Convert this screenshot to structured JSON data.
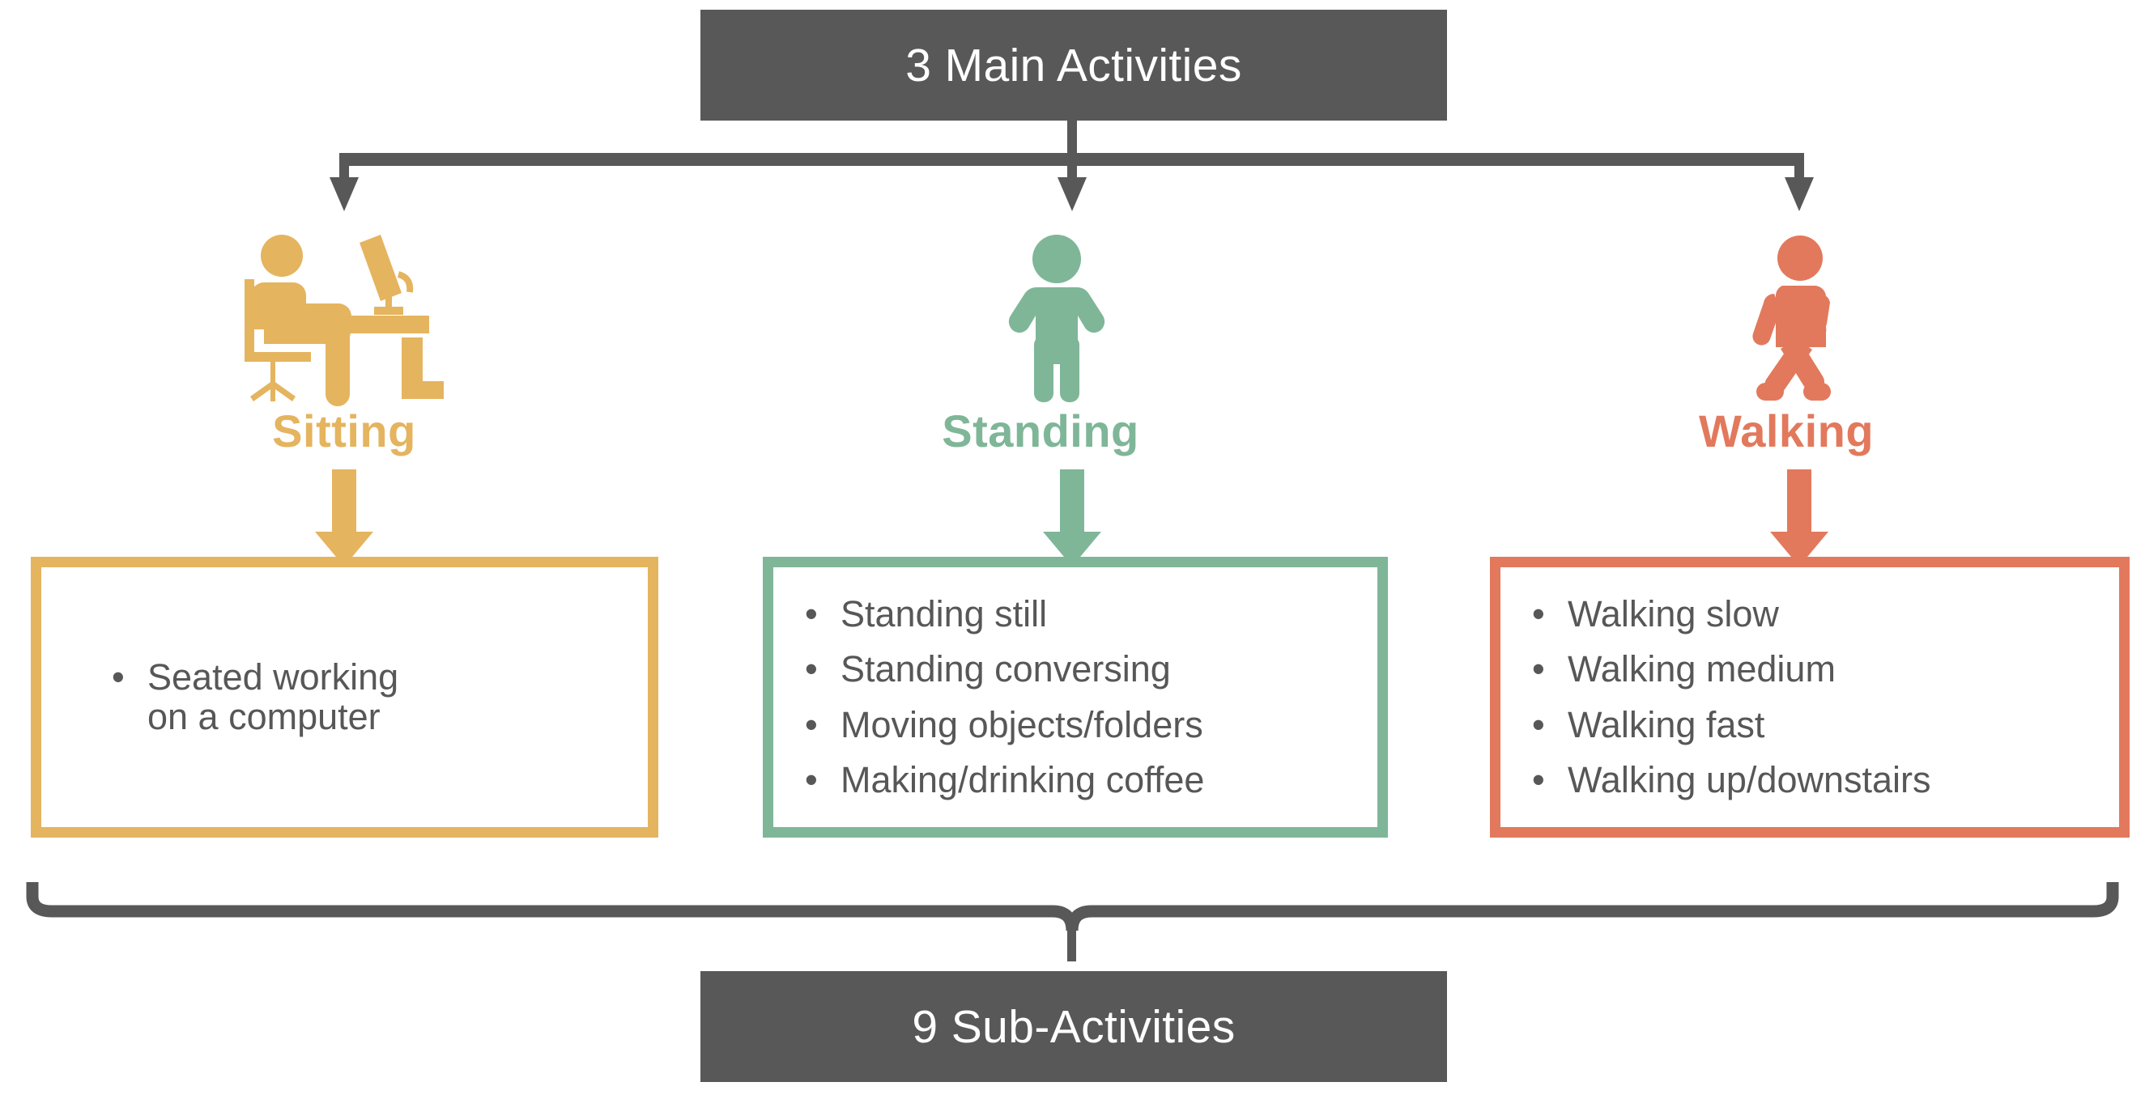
{
  "diagram": {
    "title_box": {
      "label": "3 Main Activities"
    },
    "footer_box": {
      "label": "9 Sub-Activities"
    },
    "colors": {
      "dark": "#585858",
      "sitting": "#E5B45F",
      "standing": "#7FB698",
      "walking": "#E2795C",
      "text": "#575757",
      "background": "#FFFFFF"
    },
    "branches": [
      {
        "key": "sitting",
        "label": "Sitting",
        "color": "#E5B45F",
        "icon": "person-sitting-at-desk-icon",
        "sub_activities": [
          "Seated working\non a computer"
        ]
      },
      {
        "key": "standing",
        "label": "Standing",
        "color": "#7FB698",
        "icon": "person-standing-icon",
        "sub_activities": [
          "Standing still",
          "Standing conversing",
          "Moving objects/folders",
          "Making/drinking coffee"
        ]
      },
      {
        "key": "walking",
        "label": "Walking",
        "color": "#E2795C",
        "icon": "person-walking-icon",
        "sub_activities": [
          "Walking slow",
          "Walking medium",
          "Walking fast",
          "Walking up/downstairs"
        ]
      }
    ],
    "bullet_glyph": "•"
  }
}
